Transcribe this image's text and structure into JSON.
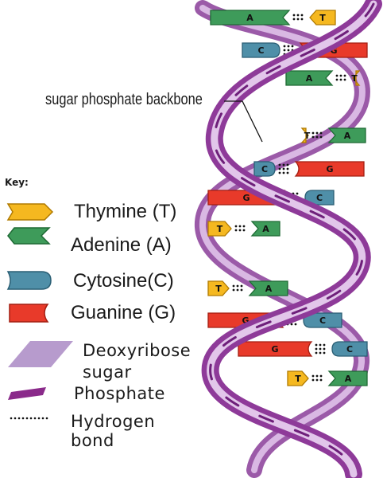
{
  "annotation": {
    "backbone": "sugar phosphate backbone"
  },
  "key": {
    "title": "Key:",
    "items": [
      {
        "id": "thymine",
        "label": "Thymine (T)",
        "color": "#F5B820"
      },
      {
        "id": "adenine",
        "label": "Adenine (A)",
        "color": "#3E9B5A"
      },
      {
        "id": "cytosine",
        "label": "Cytosine(C)",
        "color": "#4F8FA8"
      },
      {
        "id": "guanine",
        "label": "Guanine (G)",
        "color": "#E83A2A"
      },
      {
        "id": "deoxyribose",
        "label_line1": "Deoxyribose",
        "label_line2": "sugar",
        "color": "#B084C8"
      },
      {
        "id": "phosphate",
        "label": "Phosphate",
        "color": "#8A2A8A"
      },
      {
        "id": "hydrogen",
        "label_line1": "Hydrogen",
        "label_line2": "bond",
        "color": "#111111"
      }
    ]
  },
  "base_pairs": [
    {
      "left": "A",
      "right": "T"
    },
    {
      "left": "C",
      "right": "G"
    },
    {
      "left": "A",
      "right": "T"
    },
    {
      "left": "T",
      "right": "A"
    },
    {
      "left": "C",
      "right": "G"
    },
    {
      "left": "G",
      "right": "C"
    },
    {
      "left": "T",
      "right": "A"
    },
    {
      "left": "T",
      "right": "A"
    },
    {
      "left": "G",
      "right": "C"
    },
    {
      "left": "G",
      "right": "C"
    },
    {
      "left": "T",
      "right": "A"
    }
  ]
}
